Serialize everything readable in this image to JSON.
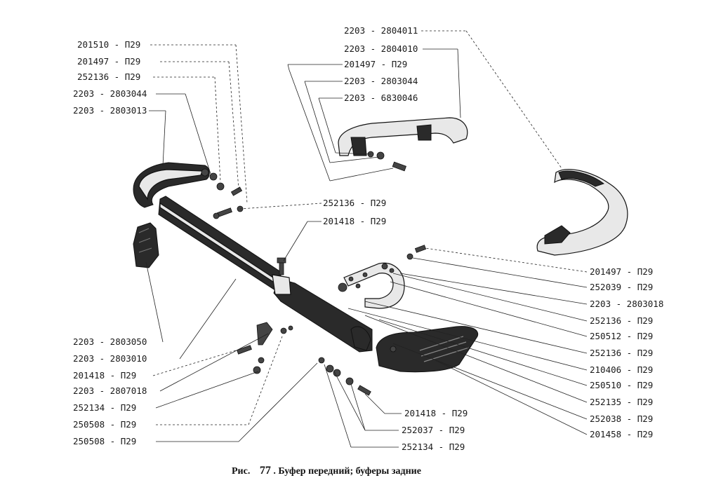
{
  "caption": {
    "prefix": "Рис.",
    "number": "77",
    "text": ". Буфер передний; буферы задние"
  },
  "labels": {
    "l1": "201510 - П29",
    "l2": "201497 - П29",
    "l3": "252136 - П29",
    "l4": "2203 - 2803044",
    "l5": "2203 - 2803013",
    "t1": "2203 - 2804011",
    "t2": "2203 - 2804010",
    "t3": "201497 - П29",
    "t4": "2203 - 2803044",
    "t5": "2203 - 6830046",
    "m1": "252136 - П29",
    "m2": "201418 - П29",
    "r1": "201497 - П29",
    "r2": "252039 - П29",
    "r3": "2203 - 2803018",
    "r4": "252136 - П29",
    "r5": "250512 - П29",
    "r6": "252136 - П29",
    "r7": "210406 - П29",
    "r8": "250510 - П29",
    "r9": "252135 - П29",
    "r10": "252038 - П29",
    "r11": "201458 - П29",
    "b1": "2203 - 2803050",
    "b2": "2203 - 2803010",
    "b3": "201418 - П29",
    "b4": "2203 - 2807018",
    "b5": "252134 - П29",
    "b6": "250508 - П29",
    "b7": "250508 - П29",
    "c1": "201418 - П29",
    "c2": "252037 - П29",
    "c3": "252134 - П29"
  }
}
